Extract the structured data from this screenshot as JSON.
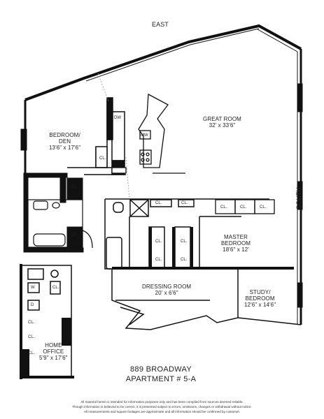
{
  "orientation": {
    "top": "EAST",
    "right": "SOUTH"
  },
  "rooms": {
    "great_room": {
      "name": "GREAT ROOM",
      "dims": "32' x 33'6\""
    },
    "bedroom_den": {
      "name_line1": "BEDROOM/",
      "name_line2": "DEN",
      "dims": "13'6\" x 17'6\""
    },
    "master_bedroom": {
      "name_line1": "MASTER",
      "name_line2": "BEDROOM",
      "dims": "18'6\" x 12'"
    },
    "dressing_room": {
      "name": "DRESSING ROOM",
      "dims": "20' x 6'6\""
    },
    "study_bedroom": {
      "name_line1": "STUDY/",
      "name_line2": "BEDROOM",
      "dims": "12'6\" x 14'6\""
    },
    "home_office": {
      "name_line1": "HOME",
      "name_line2": "OFFICE",
      "dims": "5'9\" x 17'6\""
    }
  },
  "fixtures": {
    "dw": "DW",
    "mw": "MW",
    "w": "W",
    "d": "D",
    "closet": "CL."
  },
  "title": {
    "line1": "889 BROADWAY",
    "line2": "APARTMENT # 5-A"
  },
  "disclaimer": {
    "line1": "All material herein is intended for information purposes only and has been compiled from sources deemed reliable.",
    "line2": "Though information is believed to be correct, it is presented subject to errors, omissions, changes or withdrawal without notice.",
    "line3": "All measurements and square footages are approximate and all information should be confirmed by customer."
  }
}
